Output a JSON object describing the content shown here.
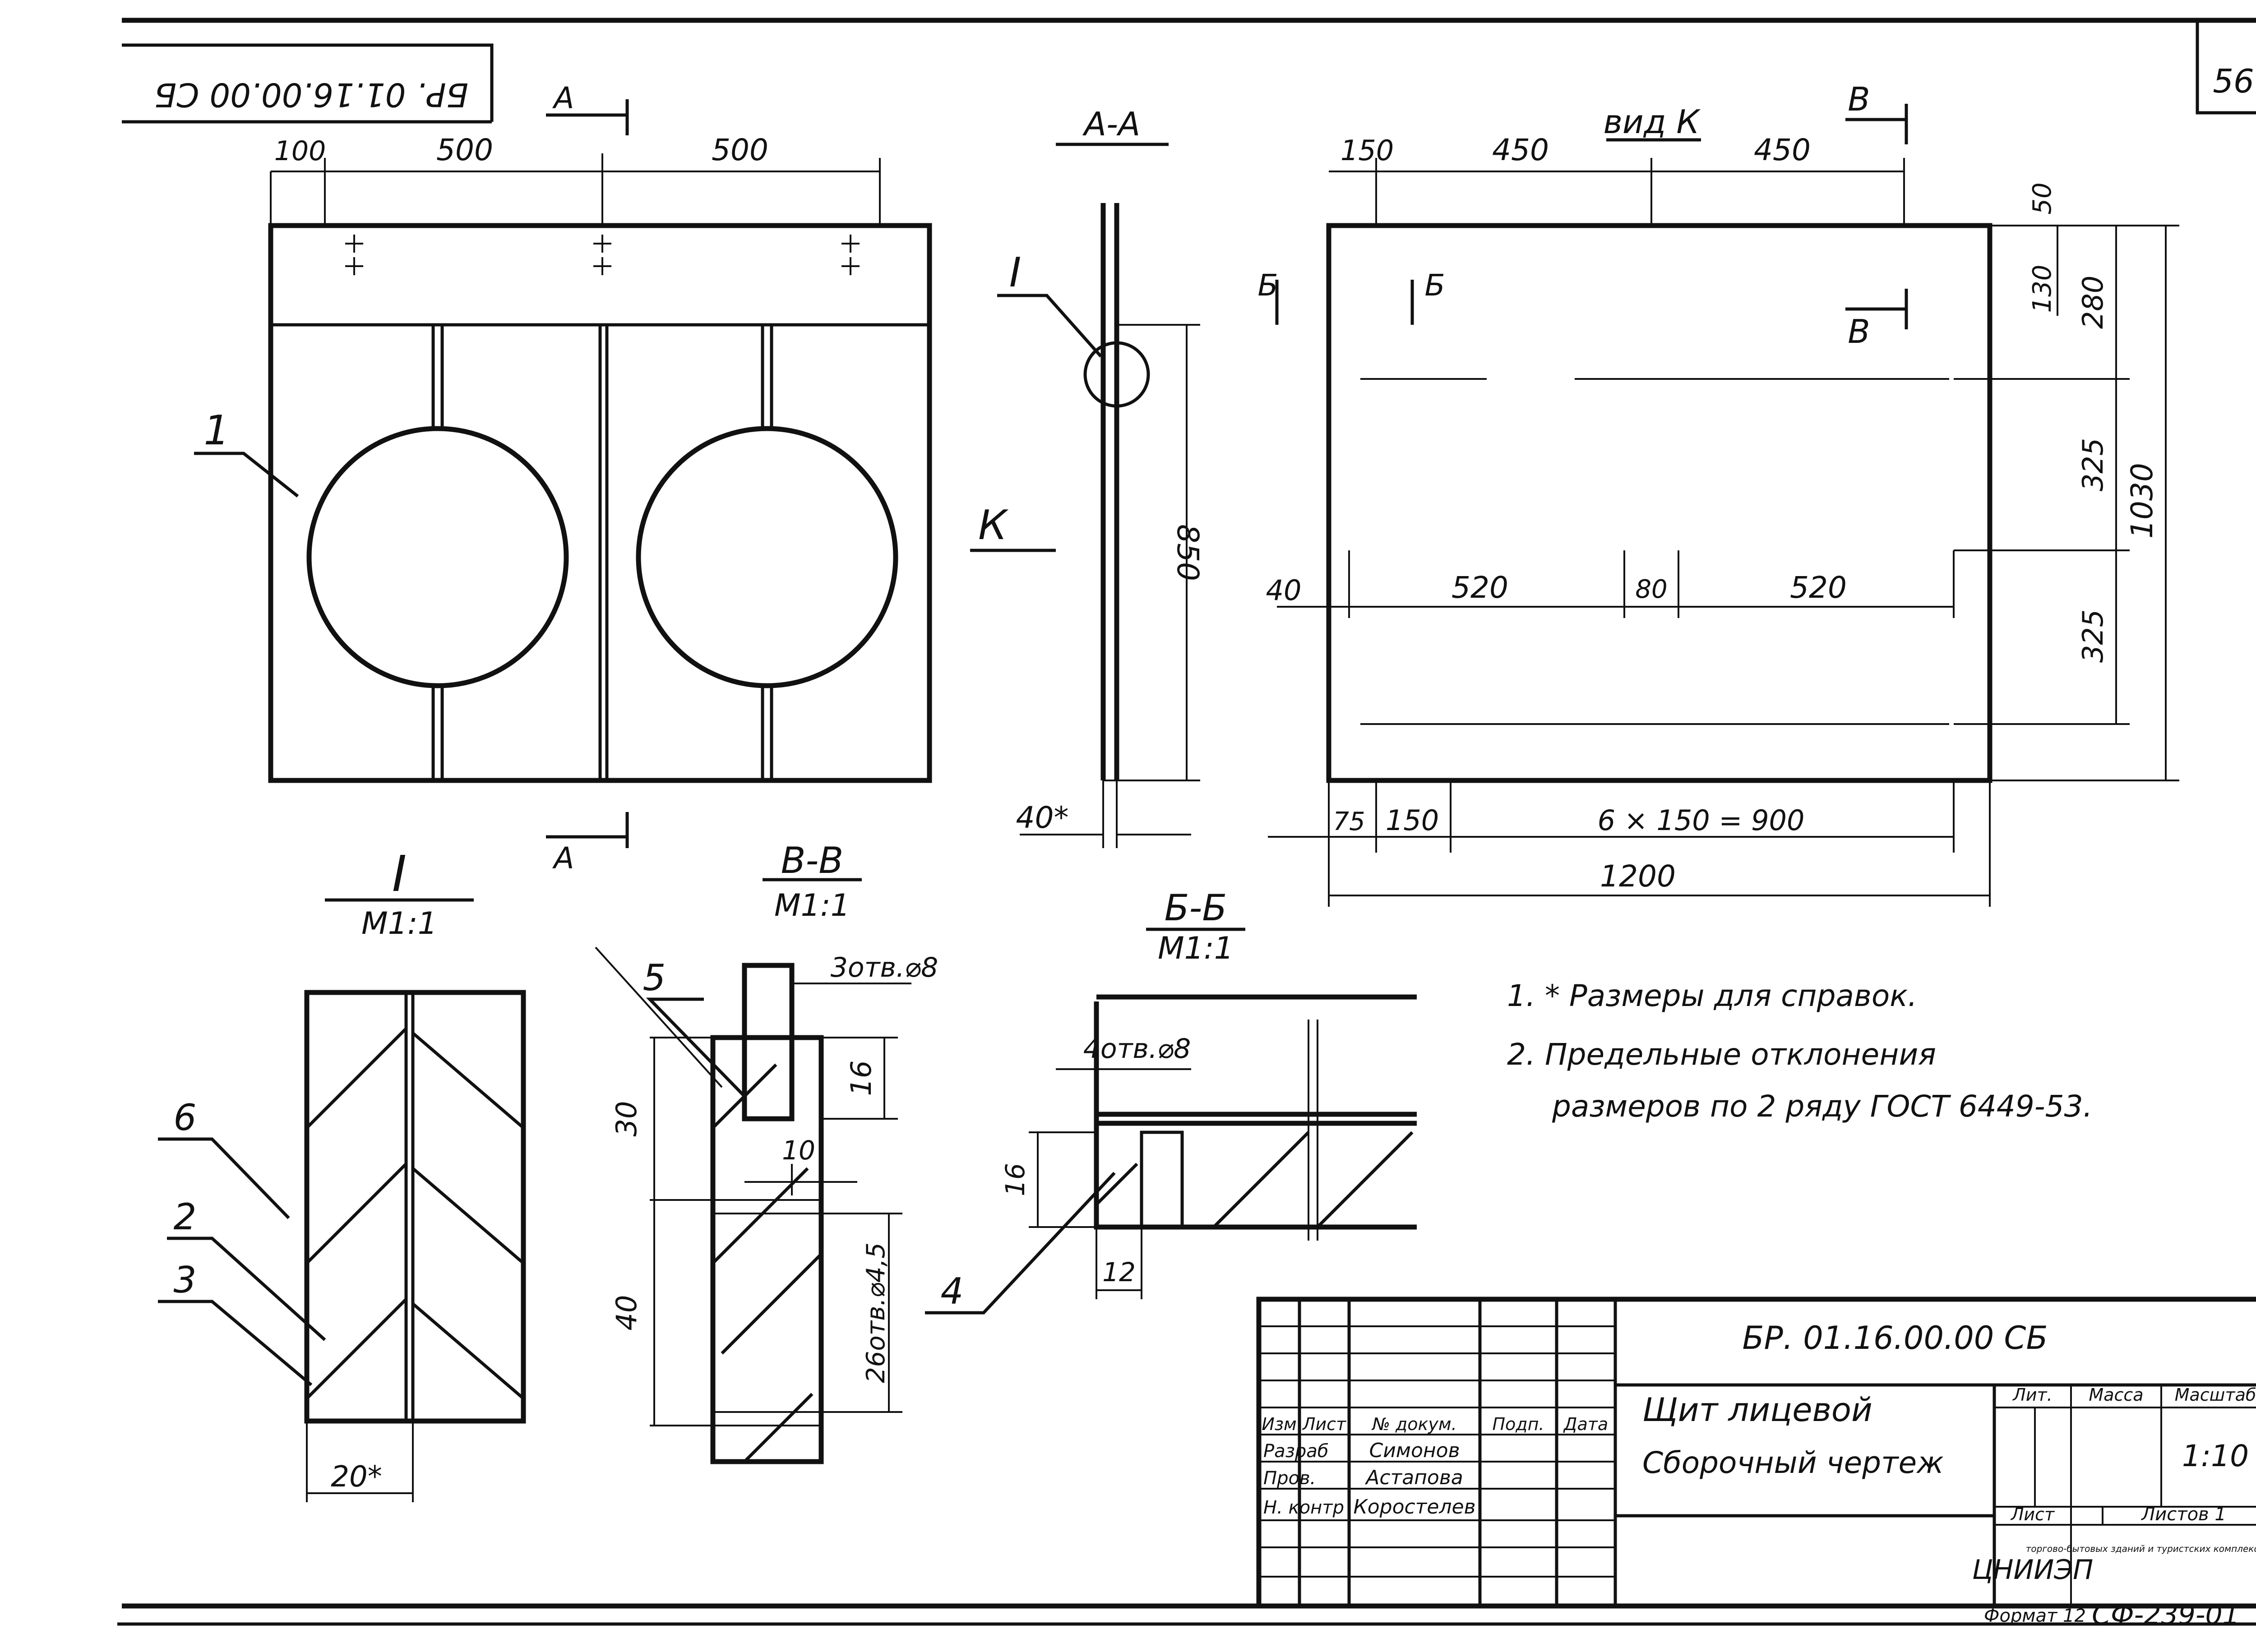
{
  "stamp_rotated": "БР. 01.16.00.00 СБ",
  "sheet_number": "56",
  "front_view": {
    "section_mark": "А",
    "dims": {
      "d100": "100",
      "d500_left": "500",
      "d500_right": "500"
    },
    "callout_1": "1"
  },
  "section_aa": {
    "title": "А-А",
    "callout_detail": "I",
    "view_arrow": "К",
    "dim_850": "850",
    "dim_40": "40*"
  },
  "view_k": {
    "title": "вид К",
    "cut_v": "В",
    "cut_b": "Б",
    "dims": {
      "d150_top": "150",
      "d450_left": "450",
      "d450_right": "450",
      "d50": "50",
      "d130": "130",
      "d280": "280",
      "d325_top": "325",
      "d325_bottom": "325",
      "d1030": "1030",
      "d40": "40",
      "d520_left": "520",
      "d80": "80",
      "d520_right": "520",
      "d75": "75",
      "d150_bottom": "150",
      "d_spacing": "6 × 150 = 900",
      "d1200": "1200"
    }
  },
  "detail_i": {
    "title": "I",
    "scale": "М1:1",
    "callouts": [
      "6",
      "2",
      "3"
    ],
    "dim_20": "20*"
  },
  "section_vv": {
    "title": "В-В",
    "scale": "М1:1",
    "callout_5": "5",
    "holes": "3отв.⌀8",
    "d16": "16",
    "d30": "30",
    "d10": "10",
    "d40": "40",
    "holes_small": "26отв.⌀4,5"
  },
  "section_bb": {
    "title": "Б-Б",
    "scale": "М1:1",
    "holes": "4отв.⌀8",
    "d16": "16",
    "d12": "12",
    "callout_4": "4"
  },
  "notes": [
    "1. * Размеры для справок.",
    "2. Предельные отклонения",
    "размеров по 2 ряду ГОСТ 6449-53."
  ],
  "title_block": {
    "designation": "БР. 01.16.00.00 СБ",
    "name_line1": "Щит лицевой",
    "name_line2": "Сборочный чертеж",
    "col_headers": [
      "Изм",
      "Лист",
      "№ докум.",
      "Подп.",
      "Дата"
    ],
    "roles": [
      "Разраб",
      "Пров.",
      "Н. контр"
    ],
    "names": [
      "Симонов",
      "Астапова",
      "Коростелев"
    ],
    "lit_label": "Лит.",
    "mass_label": "Масса",
    "scale_label": "Масштаб",
    "scale_value": "1:10",
    "sheet_label": "Лист",
    "sheets_label": "Листов 1",
    "org_logo": "ЦНИИЭП",
    "org_text": "торгово-бытовых зданий и туристских комплексов г.Москва",
    "format": "Формат 12",
    "code": "СФ-239-01"
  }
}
